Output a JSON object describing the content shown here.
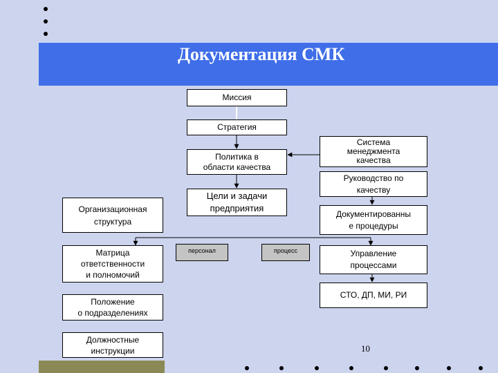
{
  "slide": {
    "title": "Документация СМК",
    "page_number": "10"
  },
  "boxes": {
    "mission": "Миссия",
    "strategy": "Стратегия",
    "quality_policy": "Политика в\nобласти качества",
    "goals": "Цели и задачи\nпредприятия",
    "org_structure": "Организационная\nструктура",
    "responsibility_matrix": "Матрица\nответственности\nи полномочий",
    "division_regulations": "Положение\nо подразделениях",
    "job_descriptions": "Должностные\nинструкции",
    "qms": "Система\nменеджмента\nкачества",
    "quality_manual": "Руководство по\nкачеству",
    "documented_procedures": "Документированны\nе процедуры",
    "process_management": "Управление\nпроцессами",
    "standards": "СТО, ДП, МИ, РИ"
  },
  "labels": {
    "personnel": "персонал",
    "process": "процесс"
  },
  "colors": {
    "background": "#cdd4ee",
    "banner": "#3f6ee8",
    "footer_bar": "#8b8a56",
    "label_fill": "#c4c4c4"
  }
}
